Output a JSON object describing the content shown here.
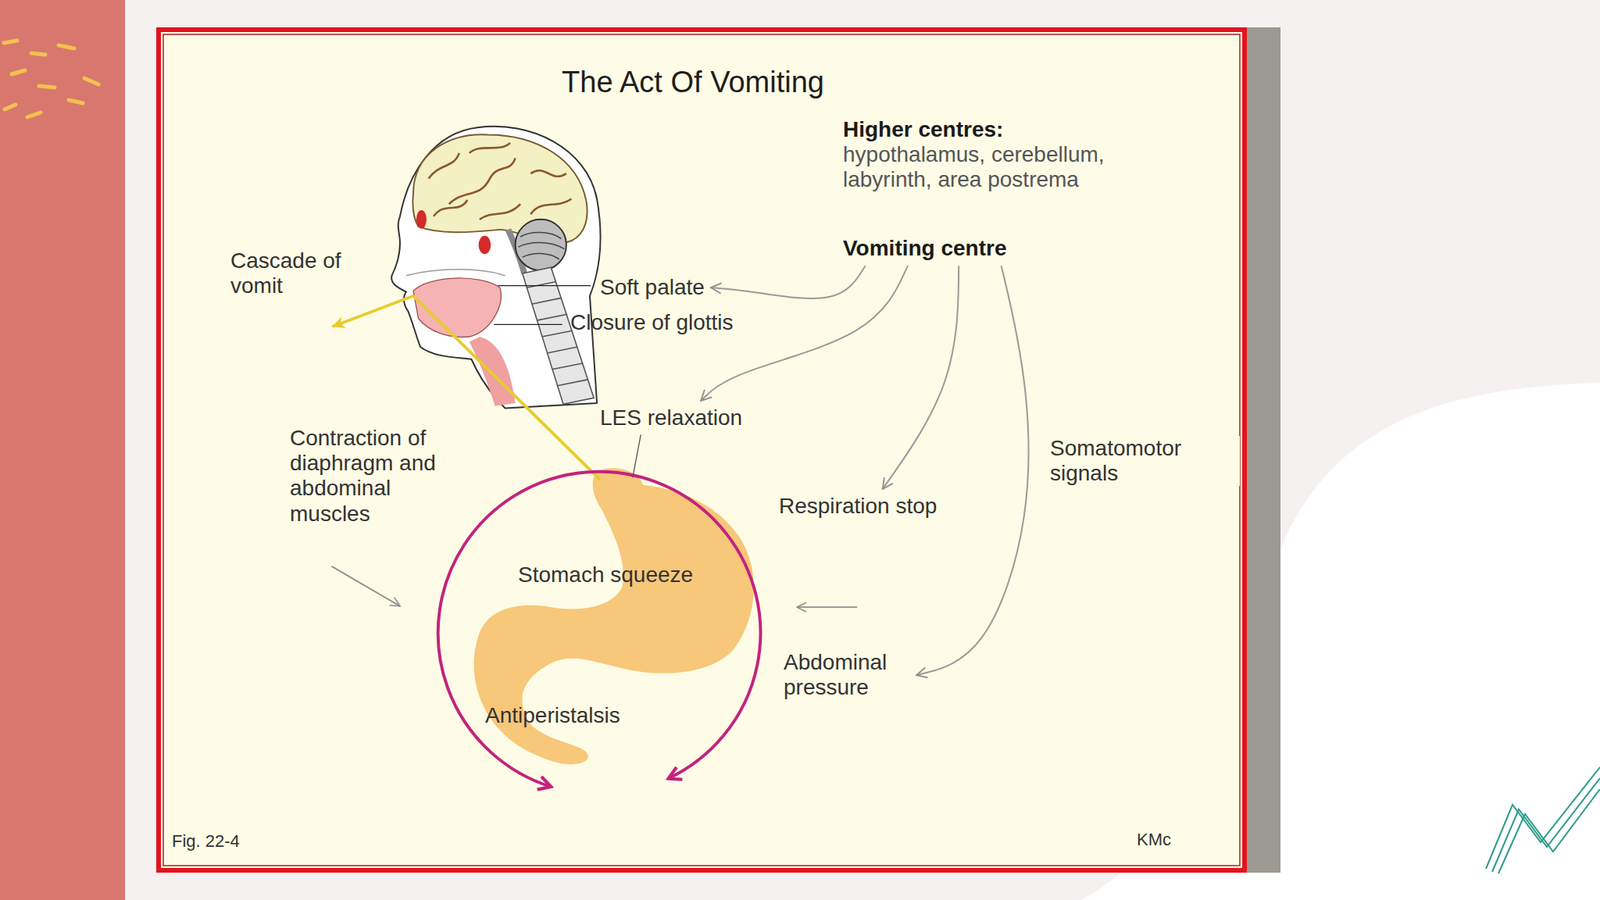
{
  "diagram": {
    "title": "The Act Of Vomiting",
    "nodes": [
      {
        "text": [
          "Higher centres:",
          "hypothalamus, cerebellum, labyrinth, area postrema"
        ]
      },
      {
        "text": [
          "Vomiting centre"
        ]
      },
      {
        "text": [
          "Soft palate"
        ]
      },
      {
        "text": [
          "LES relaxation"
        ]
      },
      {
        "text": [
          "Respiration stop"
        ]
      },
      {
        "text": [
          "Abdominal pressure"
        ]
      }
    ],
    "edges": [
      {
        "from": 1,
        "to": 2,
        "arrow": "to"
      },
      {
        "from": 1,
        "to": 3,
        "arrow": "to"
      },
      {
        "from": 1,
        "to": 4,
        "arrow": "to"
      },
      {
        "from": 1,
        "to": 5,
        "arrow": "to",
        "label": "Somatomotor signals"
      }
    ],
    "labels": [
      "Cascade of vomit",
      "Closure of glottis",
      "Contraction of diaphragm and abdominal muscles",
      "Stomach squeeze",
      "Antiperistalsis",
      "Fig. 22-4",
      "KMc"
    ]
  }
}
